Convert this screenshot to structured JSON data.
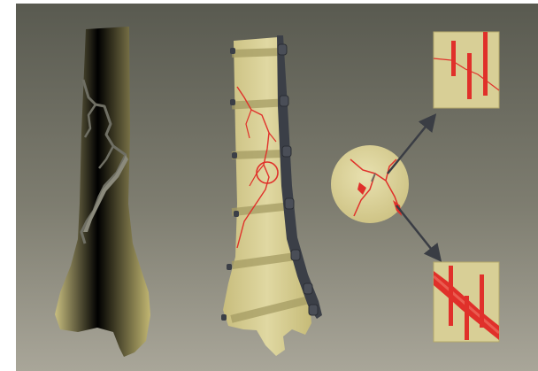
{
  "figure": {
    "panels": [
      {
        "id": "fractured-bone",
        "description_hidden": ""
      },
      {
        "id": "plated-bone"
      },
      {
        "id": "magnified-fracture-detail"
      },
      {
        "id": "detail-inset-top"
      },
      {
        "id": "detail-inset-bottom"
      }
    ],
    "colors": {
      "background_top": "#5a5a4f",
      "background_bottom": "#a7a496",
      "bone": "#d8cf96",
      "bone_shadow": "#b9ae6f",
      "plate": "#3b3f47",
      "screw": "#4a4e57",
      "fracture_red": "#e0302a",
      "crack_gray": "#6f6f64",
      "arrow": "#3a3d44"
    },
    "plate_screw_count": 7
  }
}
